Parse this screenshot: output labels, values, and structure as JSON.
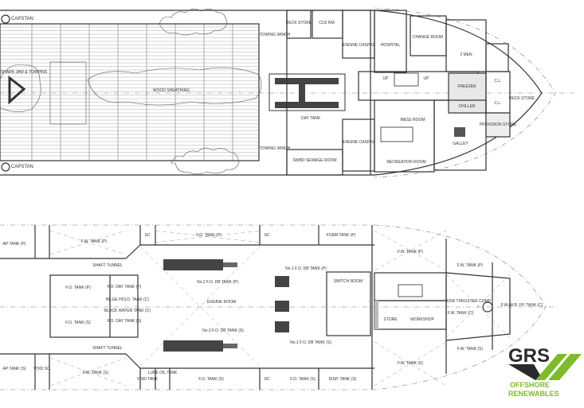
{
  "upper_deck": {
    "labels": [
      "CAPSTAN",
      "CAPSTAN",
      "SHARK JAW & TOWPINS",
      "WOOD SHEATHING",
      "DECK STORE",
      "CO2 RM",
      "ENGINE CASING",
      "HOSPITAL",
      "CHANGE ROOM",
      "2 MEN",
      "FREEZER",
      "CHILLER",
      "C.L.",
      "C.L.",
      "DECK STORE",
      "MESS ROOM",
      "GALLEY",
      "PROVISION STORE",
      "ENGINE CASING",
      "SWBD SEWAGE ROOM",
      "RECREATION ROOM",
      "TOWING WINCH",
      "TOWING WINCH",
      "DAY TANK",
      "UP",
      "UP"
    ]
  },
  "lower_deck": {
    "labels": [
      "AP TANK (P)",
      "F.W. TANK (P)",
      "SHAFT TUNNEL",
      "SHAFT TUNNEL",
      "F.O. TANK (P)",
      "F.O. TANK (S)",
      "F.O. DAY TANK (P)",
      "F.O. DAY TANK (S)",
      "No.2 F.O. DB TANK (P)",
      "ENGINE ROOM",
      "No.3 F.O. DB TANK (S)",
      "No.1 F.O. DB TANK (P)",
      "No.1 F.O. DB TANK (S)",
      "F.O. TANK (P)",
      "FOAM TANK (P)",
      "F.O. TANK (S)",
      "DISP. TANK (S)",
      "AP TANK (S)",
      "VOID SC.",
      "F.W. TANK (S)",
      "VOID TANK",
      "LUBE OIL TANK",
      "F.O. TANK (S)",
      "SWITCH ROOM",
      "F.W. TANK (P)",
      "F.W. TANK (P)",
      "STORE",
      "WORKSHOP",
      "BOW THRUSTER COMP.",
      "F.W. TANK (C)",
      "F.W./W.B. FP. TANK (C)",
      "F.W. TANK (S)",
      "F.W. TANK (S)",
      "SC",
      "SC",
      "SC",
      "BILGE HOLD. TANK (C)",
      "BLACK WATER TANK (C)"
    ]
  },
  "logo": {
    "name": "GRS",
    "line1": "OFFSHORE",
    "line2": "RENEWABLES",
    "colors": {
      "dark": "#2b2b2b",
      "green": "#7dbb2a"
    }
  }
}
